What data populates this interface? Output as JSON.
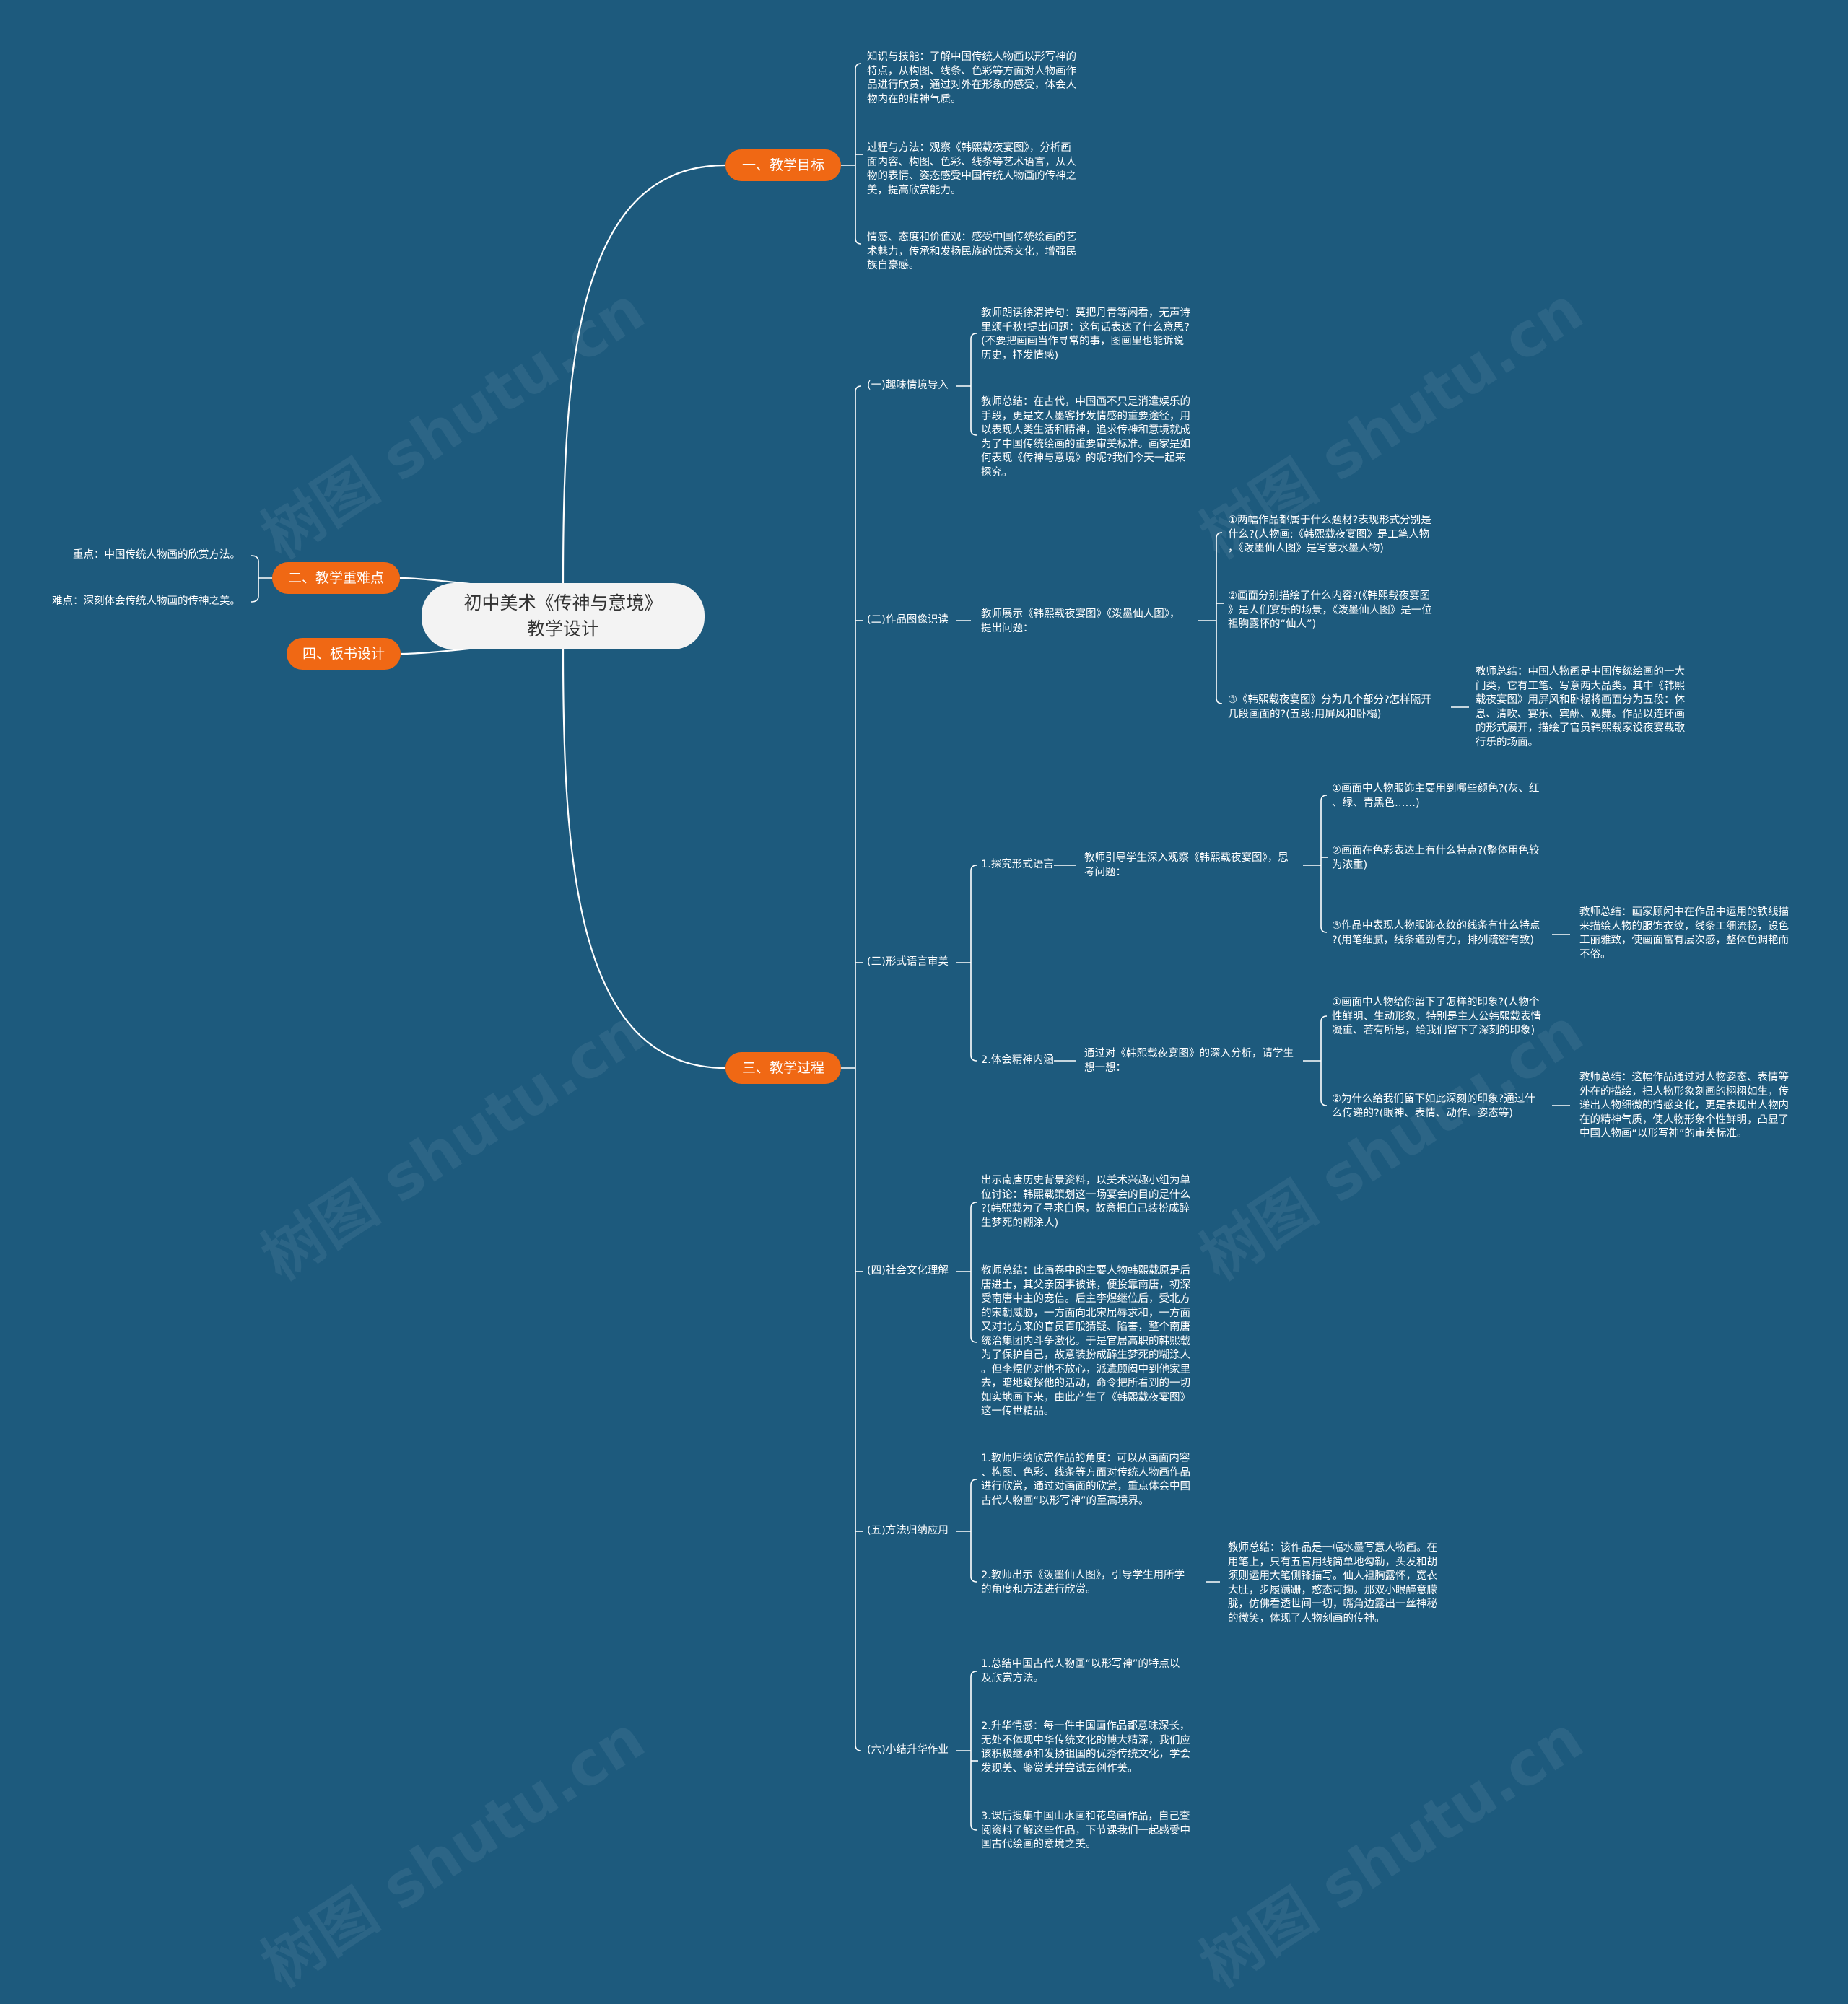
{
  "root": {
    "title": "初中美术《传神与意境》\n教学设计"
  },
  "branches": {
    "goals": "一、教学目标",
    "keypoints": "二、教学重难点",
    "process": "三、教学过程",
    "board": "四、板书设计"
  },
  "keypoints": {
    "key": "重点：中国传统人物画的欣赏方法。",
    "difficult": "难点：深刻体会传统人物画的传神之美。"
  },
  "goals": {
    "g1": "知识与技能：了解中国传统人物画以形写神的\n特点，从构图、线条、色彩等方面对人物画作\n品进行欣赏，通过对外在形象的感受，体会人\n物内在的精神气质。",
    "g2": "过程与方法：观察《韩熙载夜宴图》，分析画\n面内容、构图、色彩、线条等艺术语言，从人\n物的表情、姿态感受中国传统人物画的传神之\n美，提高欣赏能力。",
    "g3": "情感、态度和价值观：感受中国传统绘画的艺\n术魅力，传承和发扬民族的优秀文化，增强民\n族自豪感。"
  },
  "process": {
    "s1": {
      "label": "(一)趣味情境导入",
      "c1": "教师朗读徐渭诗句：莫把丹青等闲看，无声诗\n里颂千秋!提出问题：这句话表达了什么意思?\n(不要把画画当作寻常的事，图画里也能诉说\n历史，抒发情感)",
      "c2": "教师总结：在古代，中国画不只是消遣娱乐的\n手段，更是文人墨客抒发情感的重要途径，用\n以表现人类生活和精神，追求传神和意境就成\n为了中国传统绘画的重要审美标准。画家是如\n何表现《传神与意境》的呢?我们今天一起来\n探究。"
    },
    "s2": {
      "label": "(二)作品图像识读",
      "mid": "教师展示《韩熙载夜宴图》《泼墨仙人图》，\n提出问题：",
      "q1": "①两幅作品都属于什么题材?表现形式分别是\n什么?(人物画;《韩熙载夜宴图》是工笔人物\n，《泼墨仙人图》是写意水墨人物)",
      "q2": "②画面分别描绘了什么内容?(《韩熙载夜宴图\n》是人们宴乐的场景，《泼墨仙人图》是一位\n袒胸露怀的“仙人”)",
      "q3": "③《韩熙载夜宴图》分为几个部分?怎样隔开\n几段画面的?(五段;用屏风和卧榻)",
      "sum": "教师总结：中国人物画是中国传统绘画的一大\n门类，它有工笔、写意两大品类。其中《韩熙\n载夜宴图》用屏风和卧榻将画面分为五段：休\n息、清吹、宴乐、宾酬、观舞。作品以连环画\n的形式展开，描绘了官员韩熙载家设夜宴载歌\n行乐的场面。"
    },
    "s3": {
      "label": "(三)形式语言审美",
      "a": {
        "label": "1.探究形式语言",
        "mid": "教师引导学生深入观察《韩熙载夜宴图》，思\n考问题：",
        "q1": "①画面中人物服饰主要用到哪些颜色?(灰、红\n、绿、青黑色……)",
        "q2": "②画面在色彩表达上有什么特点?(整体用色较\n为浓重)",
        "q3": "③作品中表现人物服饰衣纹的线条有什么特点\n?(用笔细腻，线条遒劲有力，排列疏密有致)",
        "sum": "教师总结：画家顾闳中在作品中运用的铁线描\n来描绘人物的服饰衣纹，线条工细流畅，设色\n工丽雅致，使画面富有层次感，整体色调艳而\n不俗。"
      },
      "b": {
        "label": "2.体会精神内涵",
        "mid": "通过对《韩熙载夜宴图》的深入分析，请学生\n想一想：",
        "q1": "①画面中人物给你留下了怎样的印象?(人物个\n性鲜明、生动形象，特别是主人公韩熙载表情\n凝重、若有所思，给我们留下了深刻的印象)",
        "q2": "②为什么给我们留下如此深刻的印象?通过什\n么传递的?(眼神、表情、动作、姿态等)",
        "sum": "教师总结：这幅作品通过对人物姿态、表情等\n外在的描绘，把人物形象刻画的栩栩如生，传\n递出人物细微的情感变化，更是表现出人物内\n在的精神气质，使人物形象个性鲜明，凸显了\n中国人物画“以形写神”的审美标准。"
      }
    },
    "s4": {
      "label": "(四)社会文化理解",
      "c1": "出示南唐历史背景资料，以美术兴趣小组为单\n位讨论：韩熙载策划这一场宴会的目的是什么\n?(韩熙载为了寻求自保，故意把自己装扮成醉\n生梦死的糊涂人)",
      "c2": "教师总结：此画卷中的主要人物韩熙载原是后\n唐进士，其父亲因事被诛，便投靠南唐，初深\n受南唐中主的宠信。后主李煜继位后，受北方\n的宋朝威胁，一方面向北宋屈辱求和，一方面\n又对北方来的官员百般猜疑、陷害，整个南唐\n统治集团内斗争激化。于是官居高职的韩熙载\n为了保护自己，故意装扮成醉生梦死的糊涂人\n。但李煜仍对他不放心，派遣顾闳中到他家里\n去，暗地窥探他的活动，命令把所看到的一切\n如实地画下来，由此产生了《韩熙载夜宴图》\n这一传世精品。"
    },
    "s5": {
      "label": "(五)方法归纳应用",
      "c1": "1.教师归纳欣赏作品的角度：可以从画面内容\n、构图、色彩、线条等方面对传统人物画作品\n进行欣赏，通过对画面的欣赏，重点体会中国\n古代人物画“以形写神”的至高境界。",
      "c2": "2.教师出示《泼墨仙人图》，引导学生用所学\n的角度和方法进行欣赏。",
      "sum": "教师总结：该作品是一幅水墨写意人物画。在\n用笔上，只有五官用线简单地勾勒，头发和胡\n须则运用大笔侧锋描写。仙人袒胸露怀，宽衣\n大肚，步履蹒跚，憨态可掬。那双小眼醉意朦\n胧，仿佛看透世间一切，嘴角边露出一丝神秘\n的微笑，体现了人物刻画的传神。"
    },
    "s6": {
      "label": "(六)小结升华作业",
      "c1": "1.总结中国古代人物画“以形写神”的特点以\n及欣赏方法。",
      "c2": "2.升华情感：每一件中国画作品都意味深长，\n无处不体现中华传统文化的博大精深，我们应\n该积极继承和发扬祖国的优秀传统文化，学会\n发现美、鉴赏美并尝试去创作美。",
      "c3": "3.课后搜集中国山水画和花鸟画作品，自己查\n阅资料了解这些作品，下节课我们一起感受中\n国古代绘画的意境之美。"
    }
  },
  "watermark": "树图 shutu.cn",
  "colors": {
    "background": "#1d5a7d",
    "branch": "#f06814",
    "root": "#f3f3f3",
    "line": "#ffffff"
  }
}
